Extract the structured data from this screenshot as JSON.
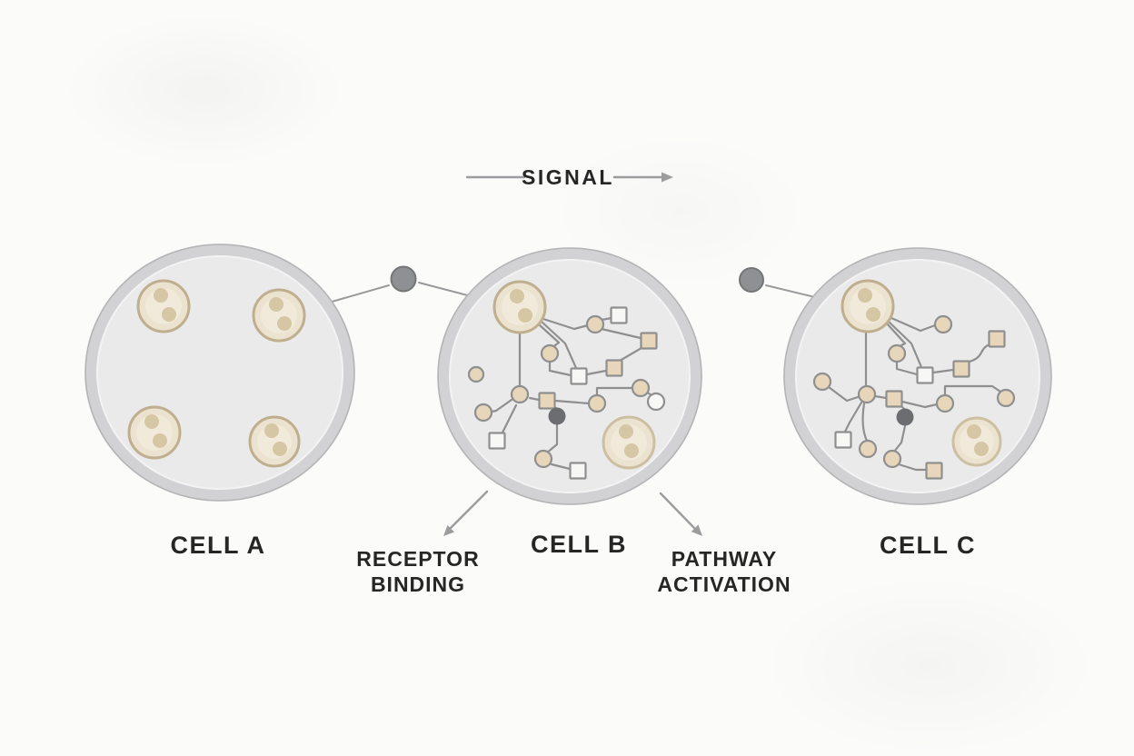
{
  "signal": {
    "label": "SIGNAL"
  },
  "cells": [
    {
      "label": "CELL A"
    },
    {
      "label": "CELL B"
    },
    {
      "label": "CELL C"
    }
  ],
  "annotations": {
    "receptor_binding": {
      "line1": "RECEPTOR",
      "line2": "BINDING"
    },
    "pathway_activation": {
      "line1": "PATHWAY",
      "line2": "ACTIVATION"
    }
  },
  "colors": {
    "background": "#fbfbfa",
    "membrane_outer": "#d2d2d4",
    "membrane_inner": "#eaeaeb",
    "membrane_stroke": "#b4b4b6",
    "receptor_fill": "#ebe2cf",
    "receptor_stroke": "#c0af8e",
    "receptor_core": "#f1e9d9",
    "receptor_dot": "#d5c6a4",
    "node_beige": "#e7d6b9",
    "node_white": "#f7f7f6",
    "node_stroke": "#8f8f90",
    "edge": "#8f8f90",
    "dark_node": "#6b6d70",
    "signal_molecule": "#8e9093",
    "arrow": "#9c9c9e",
    "text": "#262626"
  }
}
